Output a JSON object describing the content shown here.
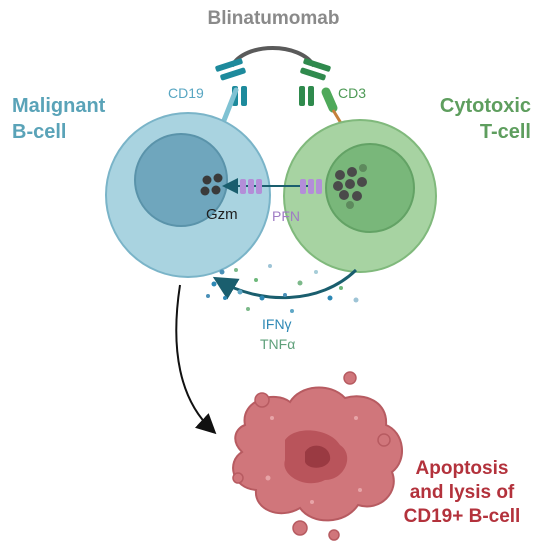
{
  "title": "Blinatumomab",
  "malignant_cell": {
    "line1": "Malignant",
    "line2": "B-cell"
  },
  "cytotoxic_cell": {
    "line1": "Cytotoxic",
    "line2": "T-cell"
  },
  "receptors": {
    "cd19": "CD19",
    "cd3": "CD3"
  },
  "molecules": {
    "granzyme": "Gzm",
    "perforin": "PFN",
    "ifn": "IFNγ",
    "tnf": "TNFα"
  },
  "outcome": {
    "line1": "Apoptosis",
    "line2": "and lysis of",
    "line3": "CD19+ B-cell"
  },
  "colors": {
    "b_cell_outer": "#a9d3e0",
    "b_cell_nucleus": "#6fa6bd",
    "t_cell_outer": "#a7d3a2",
    "t_cell_nucleus": "#79b77a",
    "antibody_teal": "#1d8a9c",
    "antibody_green": "#2f8a4d",
    "perforin": "#b38ed8",
    "apoptotic_cell": "#d0767b",
    "arrow": "#1a5e6e"
  }
}
